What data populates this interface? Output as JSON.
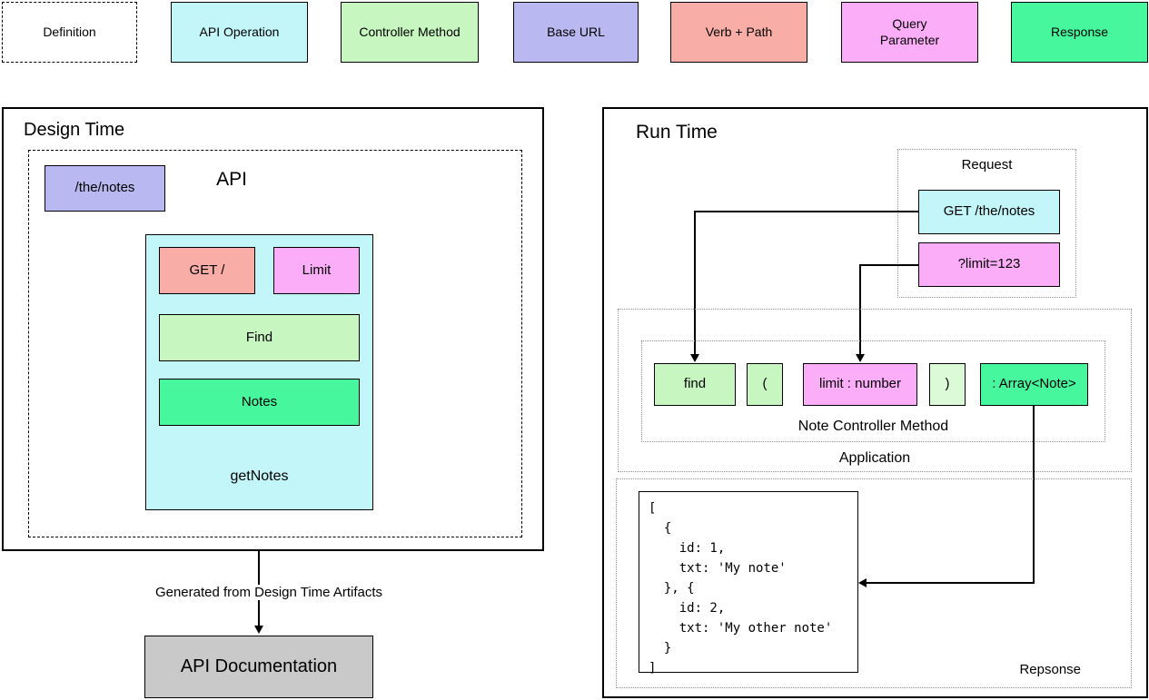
{
  "legend": {
    "items": [
      {
        "id": "definition",
        "label": "Definition"
      },
      {
        "id": "api-operation",
        "label": "API Operation"
      },
      {
        "id": "controller-method",
        "label": "Controller Method"
      },
      {
        "id": "base-url",
        "label": "Base URL"
      },
      {
        "id": "verb-path",
        "label": "Verb + Path"
      },
      {
        "id": "query-parameter",
        "label": "Query\nParameter"
      },
      {
        "id": "response",
        "label": "Response"
      }
    ]
  },
  "design_time": {
    "title": "Design Time",
    "api_box_label": "API",
    "base_url": "/the/notes",
    "operation": {
      "verb_path": "GET /",
      "query_parameter": "Limit",
      "controller_method": "Find",
      "response": "Notes",
      "operation_name": "getNotes"
    },
    "arrow_label": "Generated from Design Time Artifacts",
    "documentation_label": "API Documentation"
  },
  "run_time": {
    "title": "Run Time",
    "request": {
      "label": "Request",
      "operation": "GET /the/notes",
      "query_parameter": "?limit=123"
    },
    "application": {
      "label": "Application",
      "controller": {
        "label": "Note Controller Method",
        "method_name": "find",
        "open_paren": "(",
        "parameter": "limit : number",
        "close_paren": ")",
        "return_type": ": Array<Note>"
      }
    },
    "response": {
      "label": "Repsonse",
      "code": "[\n  {\n    id: 1,\n    txt: 'My note'\n  }, {\n    id: 2,\n    txt: 'My other note'\n  }\n]"
    }
  },
  "colors": {
    "cyan": "#c2f6f9",
    "green": "#c8f6c1",
    "green_light": "#dcf9d8",
    "lavender": "#b9b8f0",
    "salmon": "#f8aea6",
    "magenta": "#fbaef7",
    "emerald": "#46f79e",
    "gray": "#c9c9c9",
    "white": "#ffffff",
    "line": "#000000"
  }
}
